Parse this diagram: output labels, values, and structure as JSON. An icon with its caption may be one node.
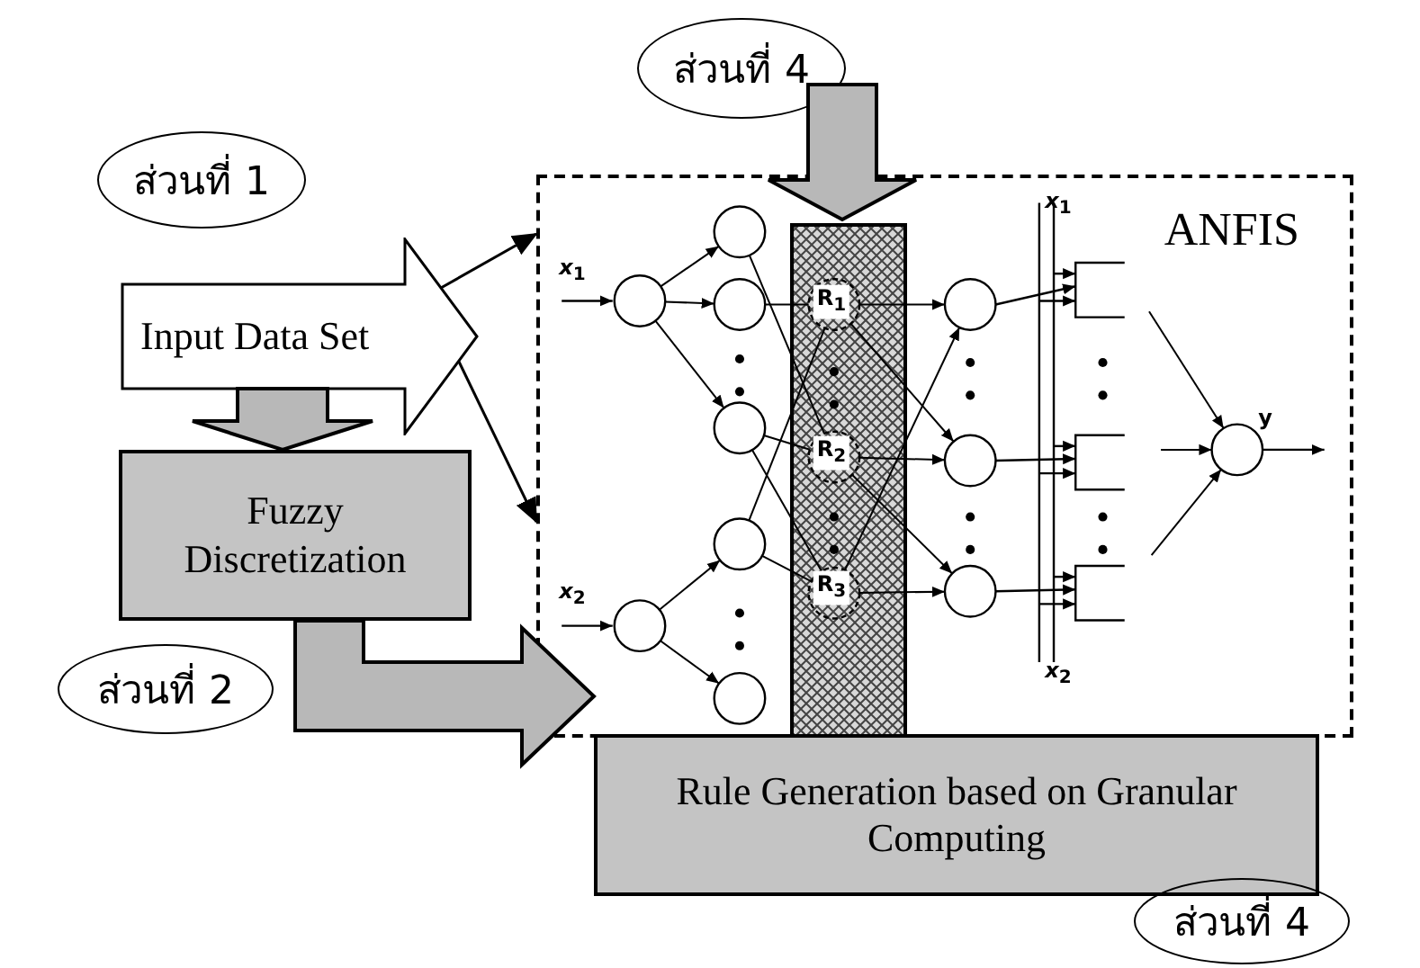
{
  "diagram": {
    "nodes": [
      {
        "text": [
          "ส่วนที่ 1"
        ]
      },
      {
        "text": [
          "Input Data Set"
        ]
      },
      {
        "text": [
          "Fuzzy Discretization"
        ]
      },
      {
        "text": [
          "ส่วนที่ 2"
        ]
      },
      {
        "text": [
          "ANFIS"
        ]
      },
      {
        "text": [
          "ส่วนที่ 4"
        ]
      },
      {
        "text": [
          "Rule Generation based on Granular Computing"
        ]
      },
      {
        "text": [
          "ส่วนที่ 4"
        ]
      },
      {
        "text": [],
        "shape": "bar",
        "in": 4
      }
    ],
    "edges": [
      {
        "from": 1,
        "to": 4,
        "arrow": "to"
      },
      {
        "from": 1,
        "to": 4,
        "arrow": "to"
      },
      {
        "from": 1,
        "to": 2,
        "arrow": "to",
        "style": "thick"
      },
      {
        "from": 2,
        "to": 6,
        "arrow": "to",
        "style": "thick"
      },
      {
        "from": 5,
        "to": 8,
        "arrow": "to",
        "style": "thick"
      }
    ],
    "labels": [
      "*x*$_{1}$",
      "*x*$_{1}$",
      "R$_{1}$",
      "y",
      "R$_{2}$",
      "R$_{3}$",
      "*x*$_{2}$",
      "*x*$_{2}$"
    ]
  }
}
